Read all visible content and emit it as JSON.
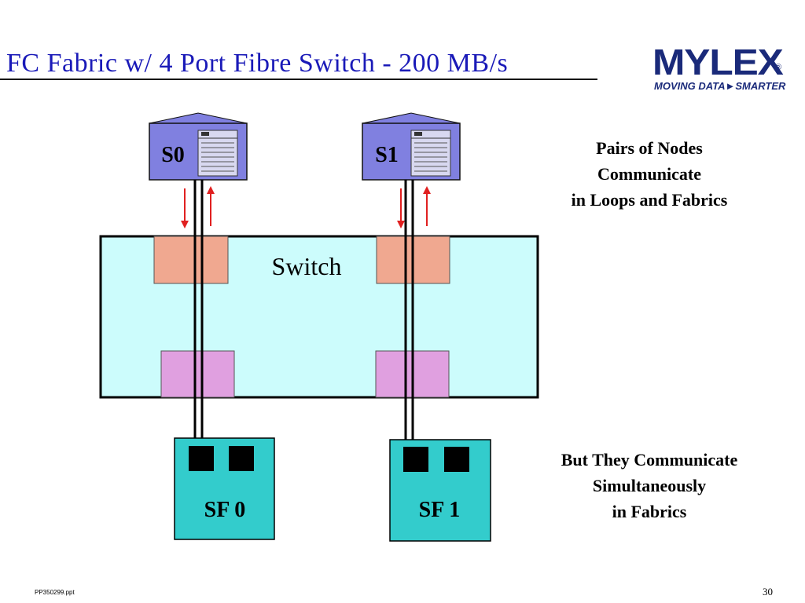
{
  "slide": {
    "title": "FC Fabric w/ 4 Port Fibre Switch - 200 MB/s",
    "footer_file": "PP350299.ppt",
    "page_number": "30"
  },
  "logo": {
    "wordmark": "MYLEX",
    "registered": "®",
    "tagline": "MOVING DATA►SMARTER",
    "color": "#1a2a7a"
  },
  "diagram": {
    "servers": [
      {
        "label": "S0"
      },
      {
        "label": "S1"
      }
    ],
    "switch": {
      "label": "Switch"
    },
    "storage": [
      {
        "label": "SF 0"
      },
      {
        "label": "SF 1"
      }
    ],
    "colors": {
      "server_fill": "#8080e0",
      "switch_fill": "#ccfcfc",
      "upper_port_fill": "#f0a890",
      "lower_port_fill": "#e0a0e0",
      "storage_fill": "#33cccc",
      "arrow": "#e02020",
      "title": "#1a1ab8"
    }
  },
  "notes": {
    "top": [
      "Pairs of Nodes",
      "Communicate",
      "in Loops and Fabrics"
    ],
    "bottom": [
      "But They Communicate",
      "Simultaneously",
      "in Fabrics"
    ]
  }
}
